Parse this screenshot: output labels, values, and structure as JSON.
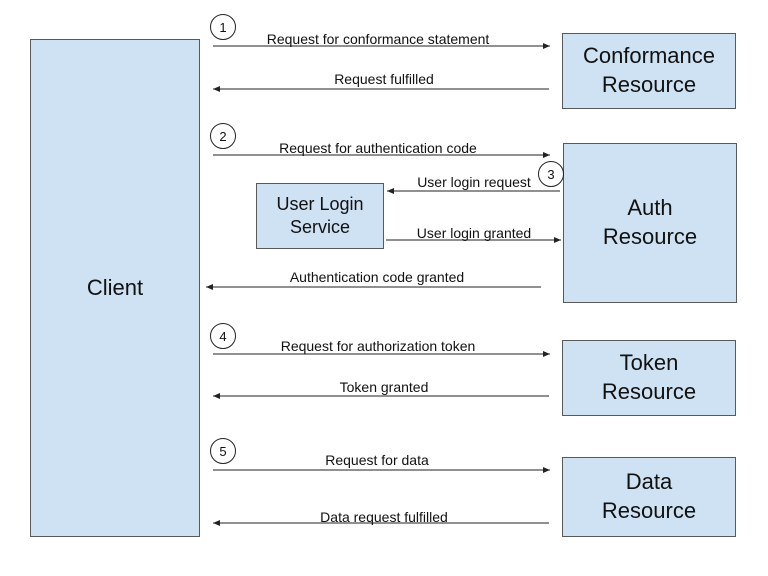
{
  "boxes": {
    "client": "Client",
    "conformance": "Conformance\nResource",
    "auth": "Auth\nResource",
    "user_login": "User Login\nService",
    "token": "Token\nResource",
    "data": "Data\nResource"
  },
  "steps": [
    "1",
    "2",
    "3",
    "4",
    "5"
  ],
  "arrows": {
    "conformance_request": "Request for conformance statement",
    "conformance_fulfilled": "Request fulfilled",
    "auth_code_request": "Request for authentication code",
    "user_login_request": "User login request",
    "user_login_granted": "User login granted",
    "auth_code_granted": "Authentication code granted",
    "token_request": "Request for authorization token",
    "token_granted": "Token granted",
    "data_request": "Request for data",
    "data_fulfilled": "Data request fulfilled"
  }
}
